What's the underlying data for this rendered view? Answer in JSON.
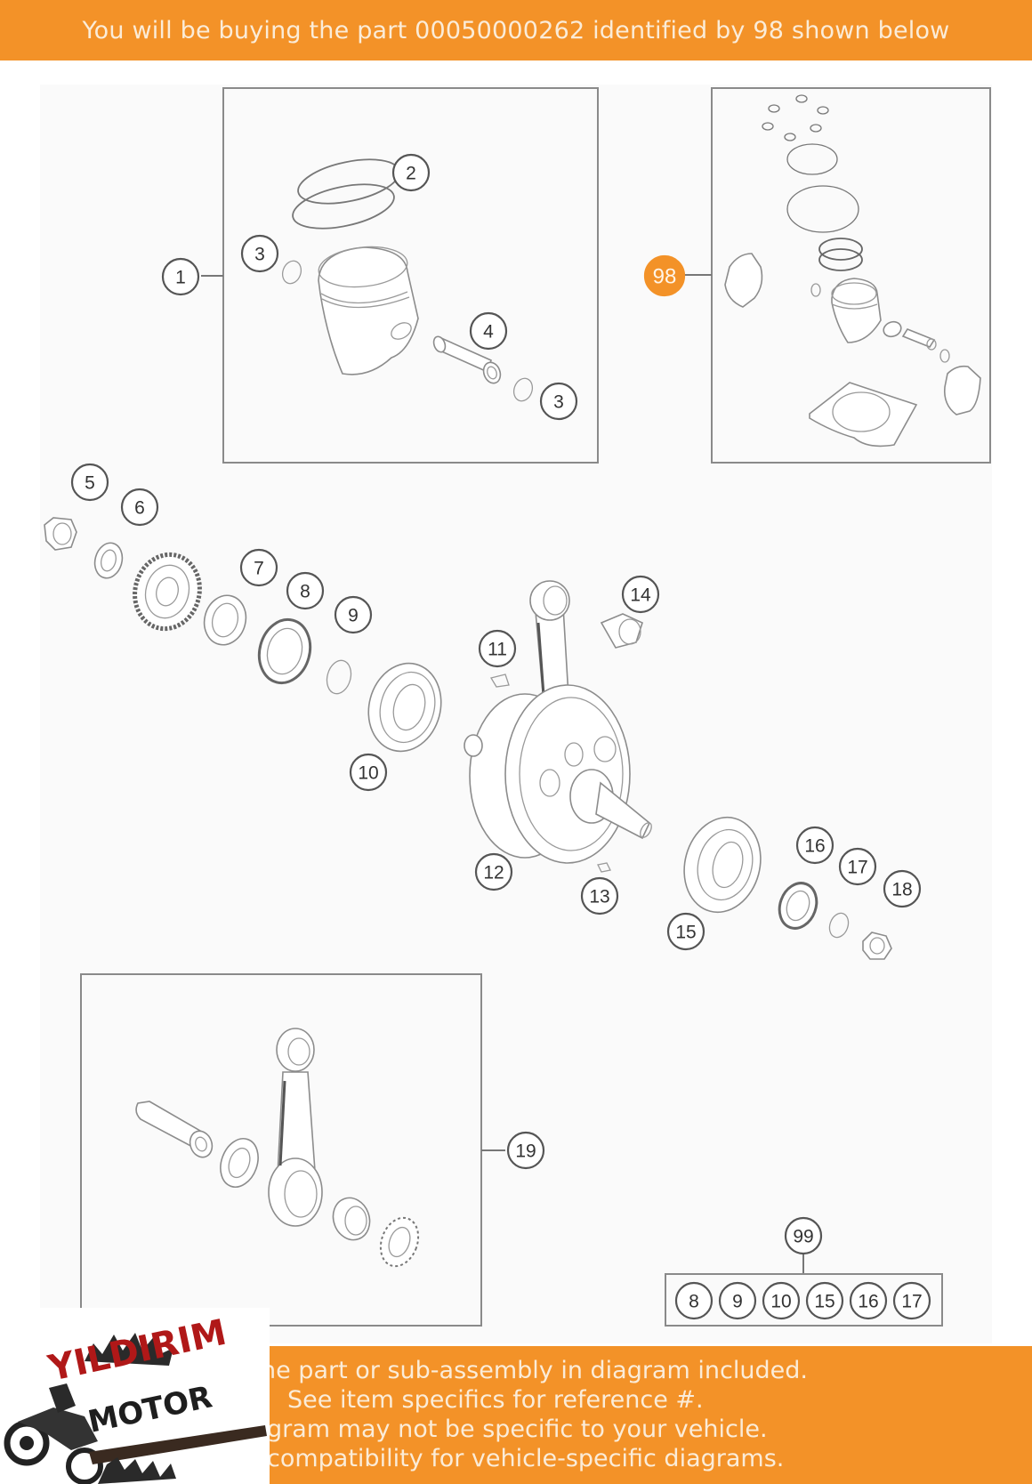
{
  "banner": {
    "text": "You will be buying the part 00050000262 identified by 98 shown below",
    "part_number": "00050000262",
    "highlighted_ref": "98"
  },
  "colors": {
    "accent": "#f39228",
    "accent_text": "#fbecd8",
    "diagram_bg": "#fafafa",
    "line": "#8c8c8c"
  },
  "diagram": {
    "callouts": [
      {
        "ref": "1"
      },
      {
        "ref": "2"
      },
      {
        "ref": "3"
      },
      {
        "ref": "3"
      },
      {
        "ref": "4"
      },
      {
        "ref": "98",
        "highlighted": true
      },
      {
        "ref": "5"
      },
      {
        "ref": "6"
      },
      {
        "ref": "7"
      },
      {
        "ref": "8"
      },
      {
        "ref": "9"
      },
      {
        "ref": "10"
      },
      {
        "ref": "11"
      },
      {
        "ref": "12"
      },
      {
        "ref": "13"
      },
      {
        "ref": "14"
      },
      {
        "ref": "15"
      },
      {
        "ref": "16"
      },
      {
        "ref": "17"
      },
      {
        "ref": "18"
      },
      {
        "ref": "19"
      },
      {
        "ref": "99"
      }
    ],
    "kit_99_contents": [
      "8",
      "9",
      "10",
      "15",
      "16",
      "17"
    ]
  },
  "disclaimer": {
    "lines": [
      "he part or sub-assembly in diagram included.",
      "See item specifics for reference #.",
      "gram may not be specific to your vehicle.",
      "compatibility for vehicle-specific diagrams."
    ]
  },
  "logo": {
    "line1": "YILDIRIM",
    "line2": "MOTOR"
  }
}
